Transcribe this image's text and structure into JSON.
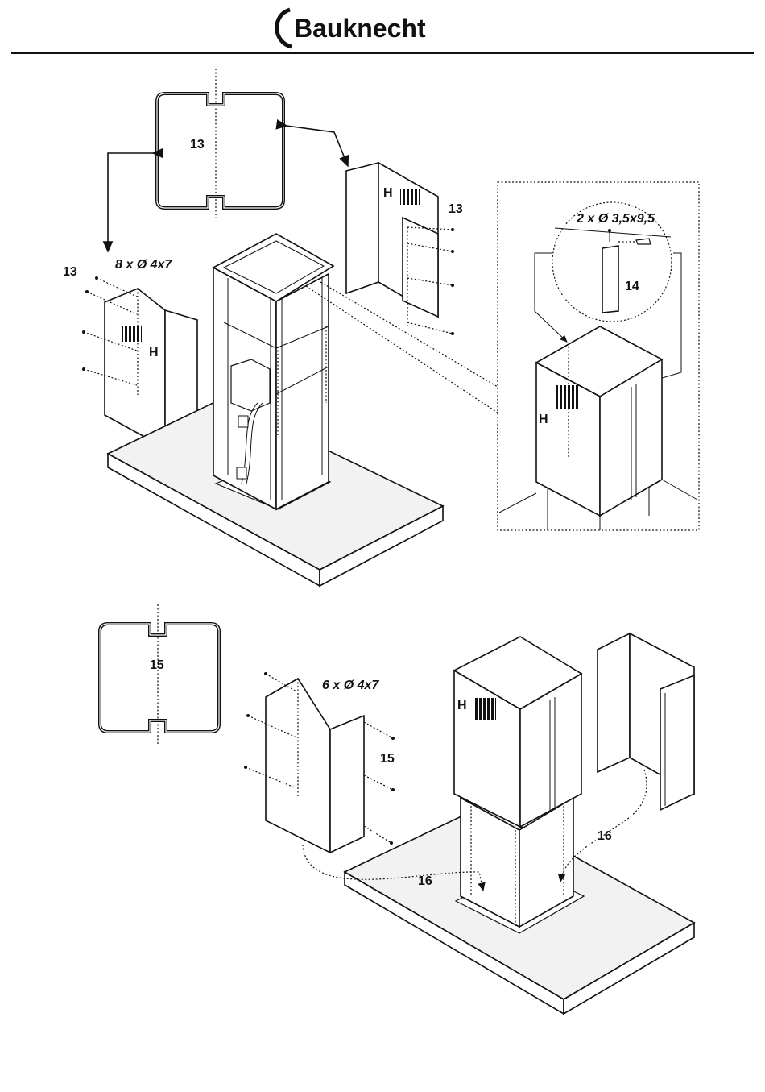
{
  "header": {
    "brand": "Bauknecht"
  },
  "top_section": {
    "profile_label": "13",
    "left_panel_label": "13",
    "right_panel_label": "13",
    "screws_left": "8 x Ø 4x7",
    "detail_screws": "2 x Ø 3,5x9,5",
    "detail_part": "14",
    "vent_mark": "H"
  },
  "bottom_section": {
    "profile_label": "15",
    "panel_label": "15",
    "screws": "6 x Ø 4x7",
    "step_left": "16",
    "step_right": "16",
    "vent_mark": "H"
  }
}
